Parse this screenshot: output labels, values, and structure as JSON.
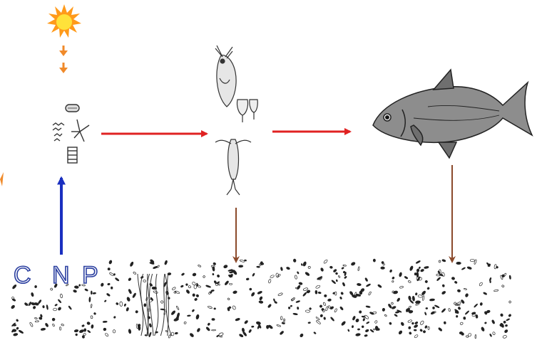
{
  "nutrients": {
    "carbon": "C",
    "nitrogen": "N",
    "phosphorus": "P",
    "color": "#2b3fa0"
  },
  "organisms": {
    "producers_icon": "phytoplankton-icon",
    "consumers_icon": "zooplankton-icon",
    "predator_icon": "fish-icon",
    "energy_source_icon": "sun-icon"
  },
  "colors": {
    "sun": "#ffd21f",
    "sun_rays": "#ff9a1a",
    "energy_arrow": "#f08a2a",
    "trophic_arrow": "#e02222",
    "uptake_arrow": "#1a2fc0",
    "deposition_arrow": "#8b4a2b",
    "sediment": "#222222"
  }
}
